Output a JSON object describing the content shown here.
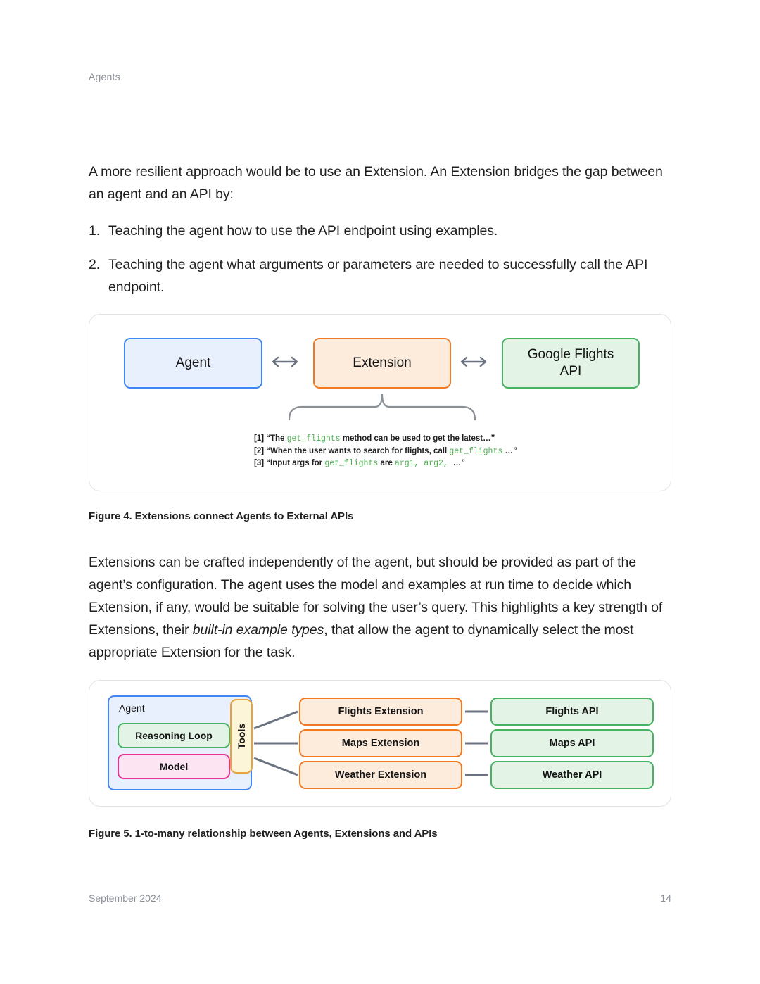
{
  "document": {
    "running_head": "Agents",
    "footer_date": "September 2024",
    "page_number": "14"
  },
  "body": {
    "paragraph_1": "A more resilient approach would be to use an Extension. An Extension bridges the gap between an agent and an API by:",
    "list_items": [
      {
        "marker": "1.",
        "text": "Teaching the agent how to use the API endpoint using examples."
      },
      {
        "marker": "2.",
        "text": "Teaching the agent what arguments or parameters are needed to successfully call the API endpoint."
      }
    ],
    "paragraph_2_part1": "Extensions can be crafted independently of the agent, but should be provided as part of the agent’s configuration. The agent uses the model and examples at run time to decide which Extension, if any, would be suitable for solving the user’s query. This highlights a key strength of Extensions, their ",
    "paragraph_2_italic": "built-in example types",
    "paragraph_2_part2": ", that allow the agent to dynamically select the most appropriate Extension for the task."
  },
  "figure4": {
    "caption": "Figure 4. Extensions connect Agents to External APIs",
    "boxes": [
      {
        "label": "Agent",
        "fill": "#e8f0fe",
        "border": "#4285f4"
      },
      {
        "label": "Extension",
        "fill": "#fdecdc",
        "border": "#ef7a22"
      },
      {
        "label": "Google Flights\nAPI",
        "fill": "#e3f3e6",
        "border": "#46b262"
      }
    ],
    "box_agent_label": "Agent",
    "box_extension_label": "Extension",
    "box_api_label_line1": "Google Flights",
    "box_api_label_line2": "API",
    "examples": [
      {
        "index": "[1]",
        "prefix": "“The ",
        "code1": "get_flights",
        "mid": " method can be used to get the latest…”",
        "code2": "",
        "suffix": ""
      },
      {
        "index": "[2]",
        "prefix": "“When the user wants to search for flights, call ",
        "code1": "get_flights",
        "mid": " …”",
        "code2": "",
        "suffix": ""
      },
      {
        "index": "[3]",
        "prefix": "“Input args for ",
        "code1": "get_flights",
        "mid": " are ",
        "code2": "arg1, arg2, ",
        "suffix": "…”"
      }
    ]
  },
  "figure5": {
    "caption": "Figure 5. 1-to-many relationship between Agents, Extensions and APIs",
    "agent_label": "Agent",
    "reasoning_loop_label": "Reasoning Loop",
    "model_label": "Model",
    "tools_label": "Tools",
    "extensions": [
      "Flights Extension",
      "Maps Extension",
      "Weather Extension"
    ],
    "apis": [
      "Flights API",
      "Maps API",
      "Weather API"
    ],
    "colors": {
      "agent_fill": "#e8f0fe",
      "agent_border": "#4285f4",
      "reasoning_fill": "#e3f3e6",
      "reasoning_border": "#46b262",
      "model_fill": "#fce4f2",
      "model_border": "#e8338f",
      "tools_fill": "#fdf5d8",
      "tools_border": "#e8a33d",
      "extension_fill": "#fdecdc",
      "extension_border": "#ef7a22",
      "api_fill": "#e3f3e6",
      "api_border": "#46b262",
      "connector": "#6b7280"
    }
  }
}
